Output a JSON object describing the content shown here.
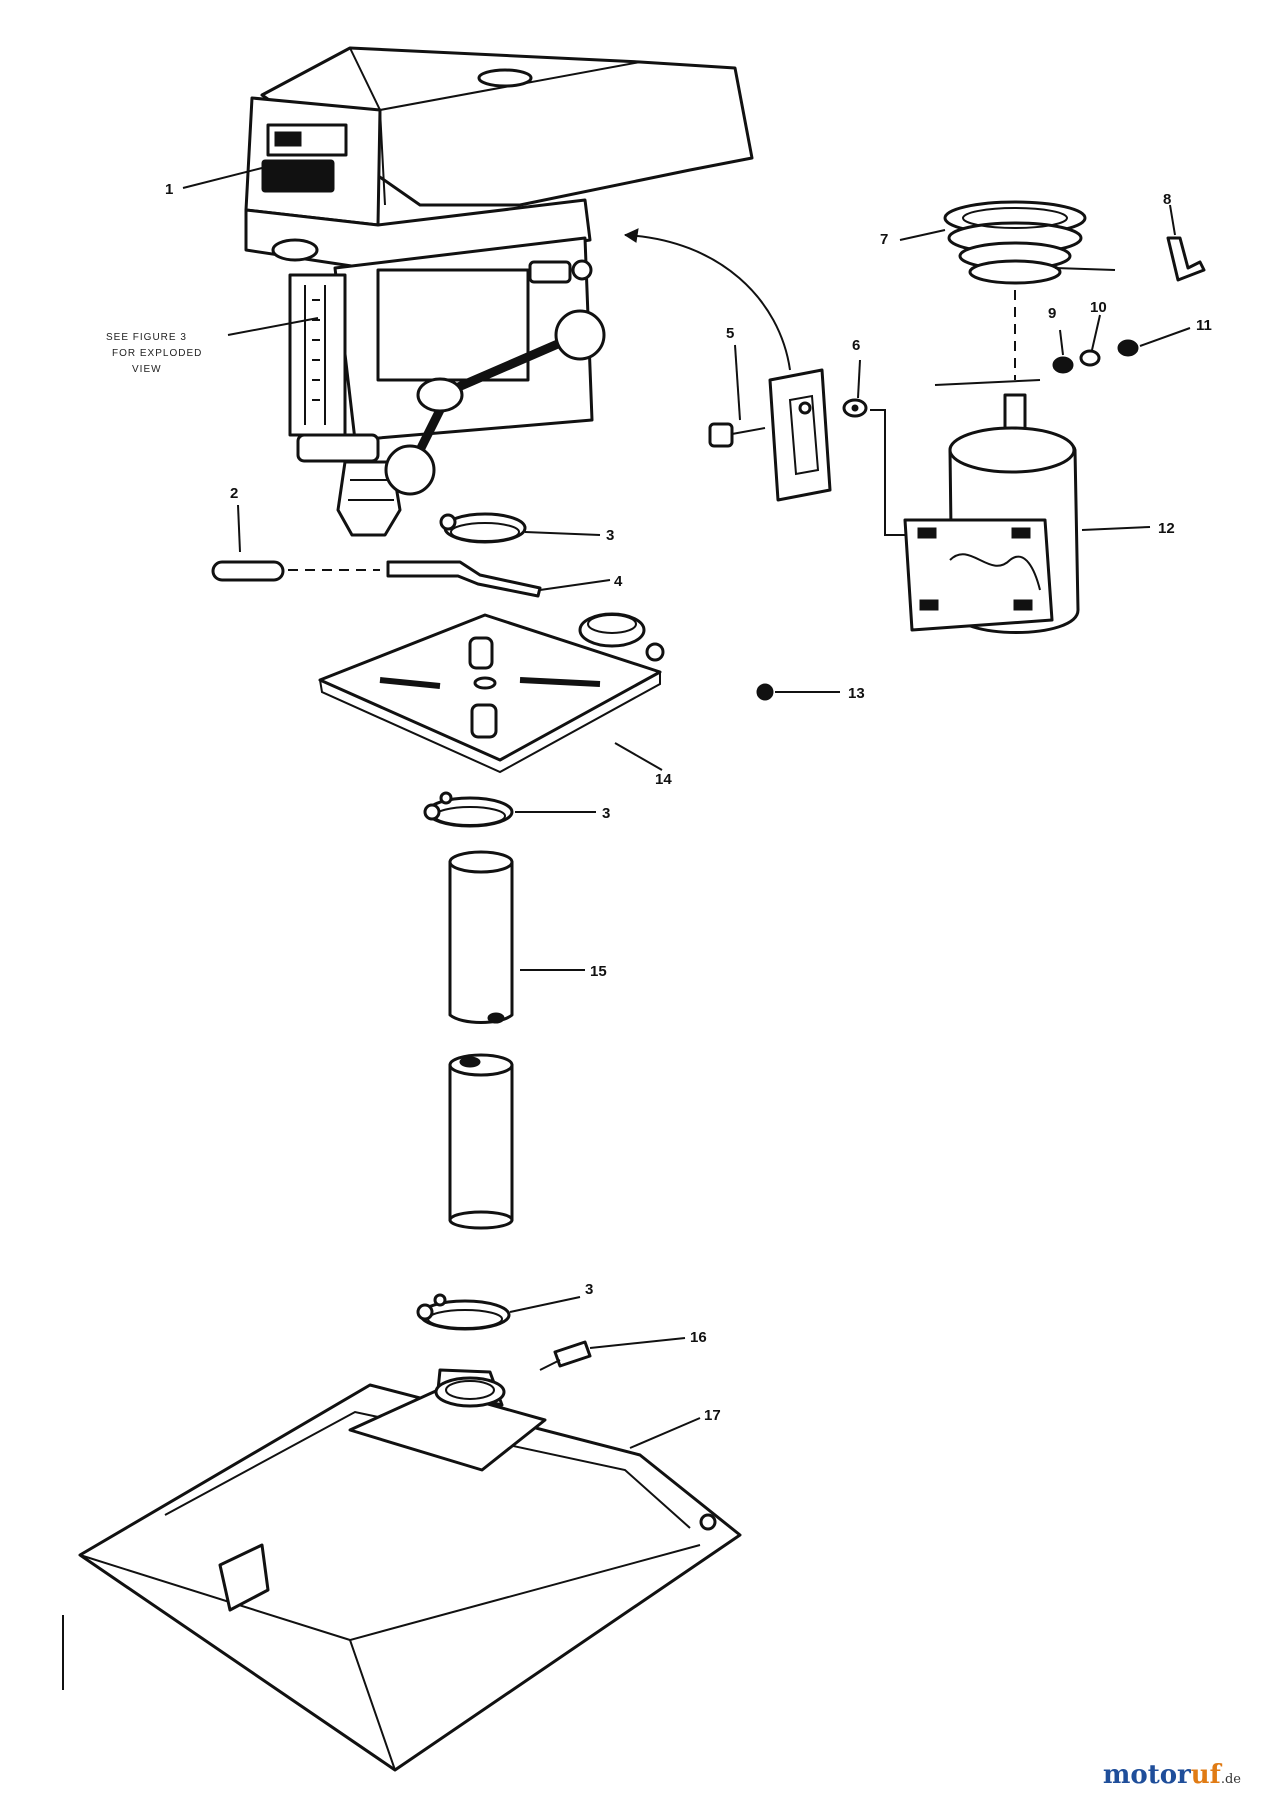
{
  "labels": {
    "p1": "1",
    "p2": "2",
    "p3a": "3",
    "p3b": "3",
    "p3c": "3",
    "p4": "4",
    "p5": "5",
    "p6": "6",
    "p7": "7",
    "p8": "8",
    "p9": "9",
    "p10": "10",
    "p11": "11",
    "p12": "12",
    "p13": "13",
    "p14": "14",
    "p15": "15",
    "p16": "16",
    "p17": "17"
  },
  "note": {
    "line1": "SEE FIGURE 3",
    "line2": "FOR EXPLODED",
    "line3": "VIEW"
  },
  "watermark": {
    "brand_a": "motor",
    "brand_b": "uf",
    "suffix": ".de"
  }
}
